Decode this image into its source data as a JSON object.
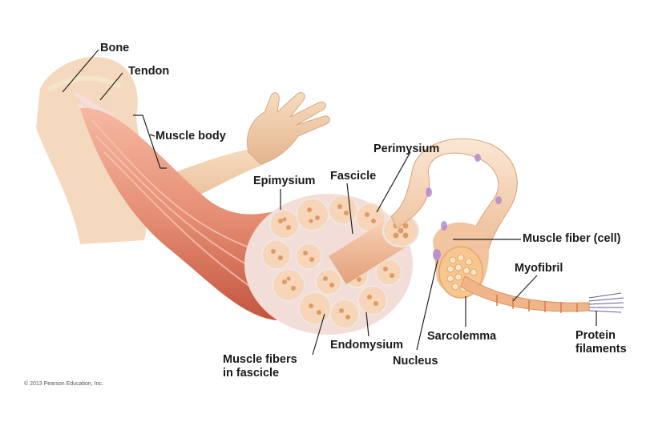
{
  "labels": {
    "bone": "Bone",
    "tendon": "Tendon",
    "muscle_body": "Muscle body",
    "perimysium": "Perimysium",
    "fascicle": "Fascicle",
    "epimysium": "Epimysium",
    "muscle_fiber_cell": "Muscle fiber (cell)",
    "myofibril": "Myofibril",
    "sarcolemma": "Sarcolemma",
    "endomysium": "Endomysium",
    "nucleus": "Nucleus",
    "protein_filaments_line1": "Protein",
    "protein_filaments_line2": "filaments",
    "muscle_fibers_in_fascicle_line1": "Muscle fibers",
    "muscle_fibers_in_fascicle_line2": "in fascicle"
  },
  "copyright": "© 2013 Pearson Education, Inc.",
  "colors": {
    "skin": "#f2cfae",
    "skin_shadow": "#d9a882",
    "muscle": "#e58f75",
    "muscle_dark": "#c4553f",
    "epimysium": "#f3ddd8",
    "fiber": "#f6d5b8",
    "fiber_dot": "#e09a64",
    "nucleus": "#b58ad0",
    "leader": "#222222"
  }
}
